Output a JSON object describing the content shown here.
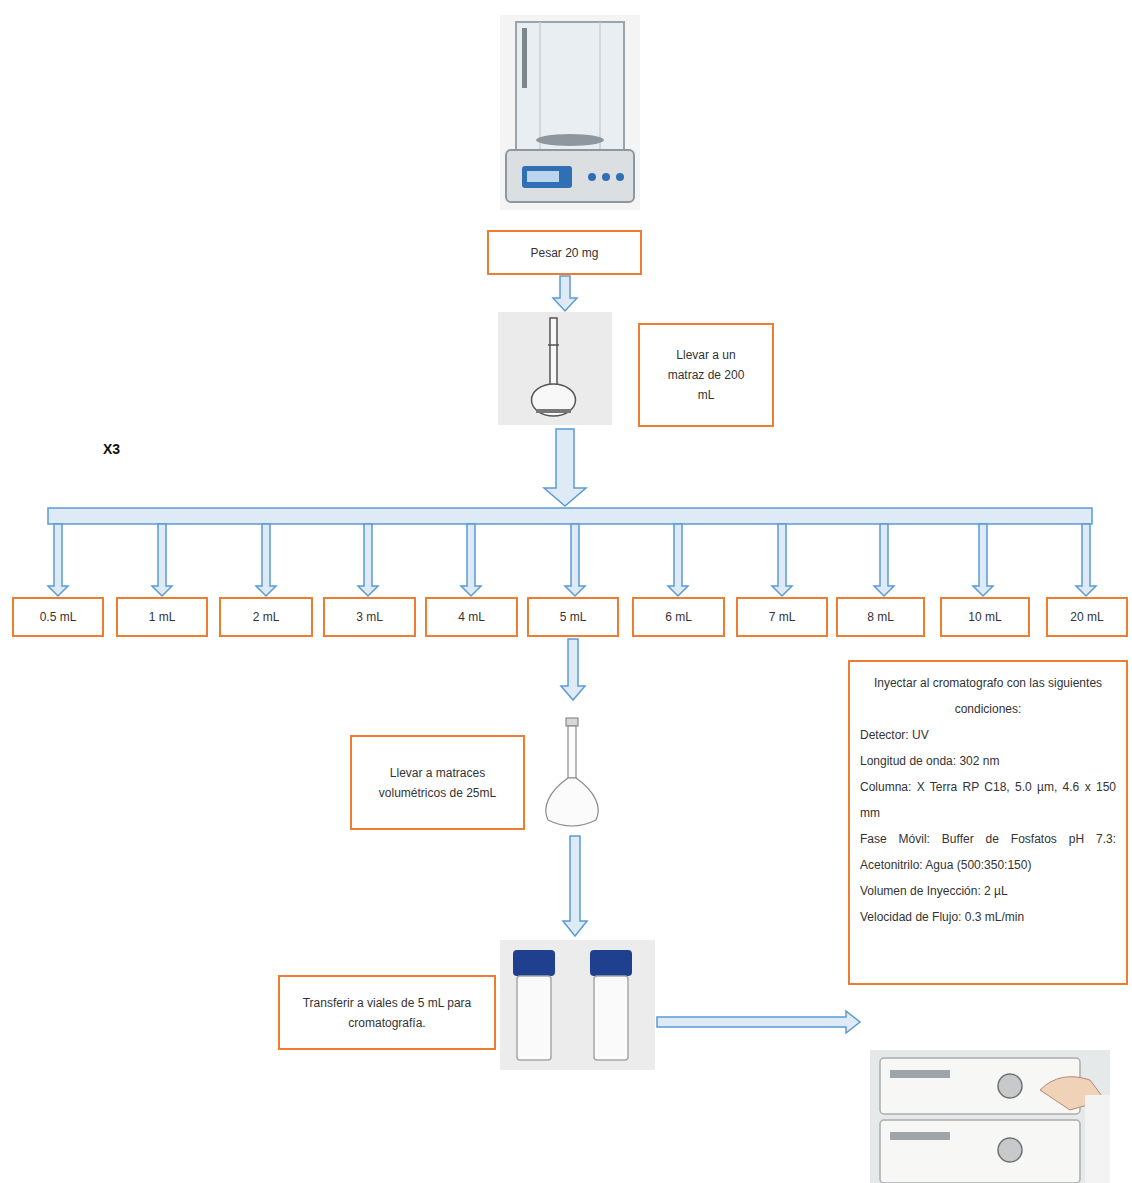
{
  "diagram": {
    "nodes": [
      {
        "text": [
          "Pesar 20 mg"
        ]
      },
      {
        "text": [
          "Llevar a un matraz de 200 mL"
        ]
      },
      {
        "text": [
          "0.5 mL"
        ]
      },
      {
        "text": [
          "1 mL"
        ]
      },
      {
        "text": [
          "2 mL"
        ]
      },
      {
        "text": [
          "3 mL"
        ]
      },
      {
        "text": [
          "4 mL"
        ]
      },
      {
        "text": [
          "5 mL"
        ]
      },
      {
        "text": [
          "6 mL"
        ]
      },
      {
        "text": [
          "7 mL"
        ]
      },
      {
        "text": [
          "8 mL"
        ]
      },
      {
        "text": [
          "10 mL"
        ]
      },
      {
        "text": [
          "20 mL"
        ]
      },
      {
        "text": [
          "Llevar a matraces volumétricos de 25mL"
        ]
      },
      {
        "text": [
          "Transferir a viales de 5 mL para cromatografía."
        ]
      },
      {
        "text": [
          "Inyectar al cromatografo con las siguientes condiciones:",
          "Detector: UV",
          "Longitud de onda: 302 nm",
          "Columna: X Terra RP C18, 5.0 µm, 4.6 x 150 mm",
          "Fase Móvil: Buffer de Fosfatos pH 7.3: Acetonitrilo: Agua (500:350:150)",
          "Volumen de Inyección: 2 µL",
          "Velocidad de Flujo: 0.3 mL/min"
        ]
      }
    ],
    "labels": [
      "X3"
    ]
  }
}
